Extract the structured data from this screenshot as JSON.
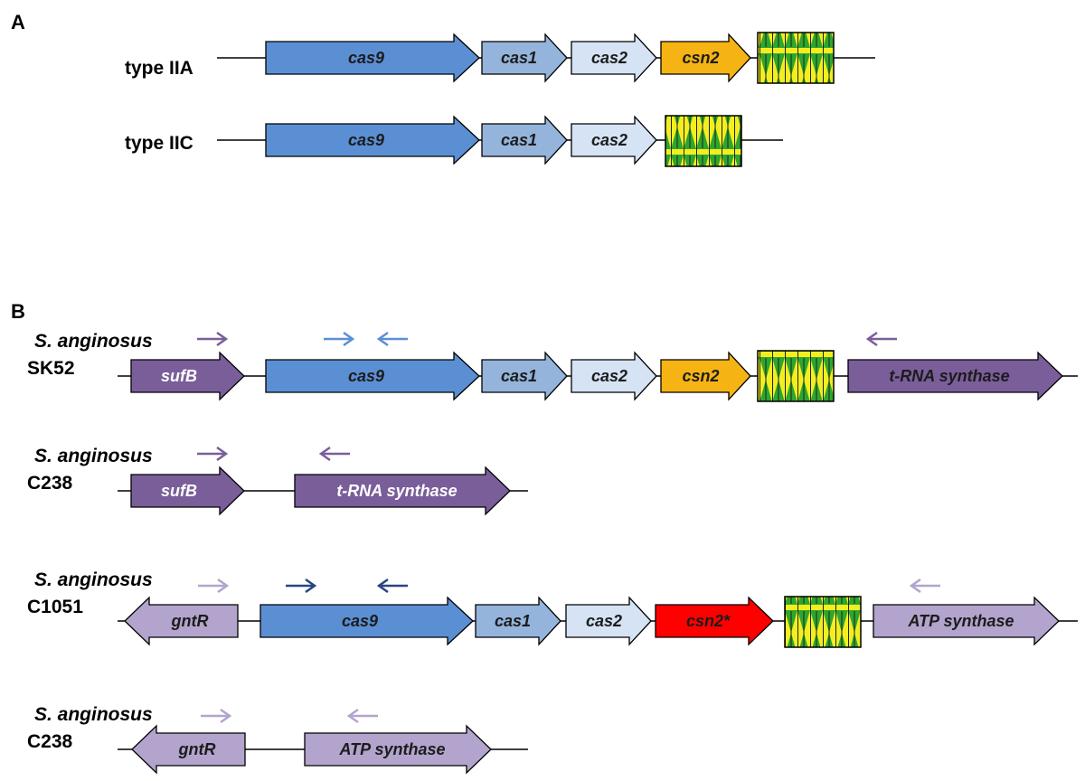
{
  "colors": {
    "cas9": "#5b8fd4",
    "cas1": "#95b4dc",
    "cas2": "#d5e3f5",
    "csn2": "#f5b414",
    "csn2_mut": "#ff0000",
    "sufB": "#7a5e9a",
    "trna": "#7a5e9a",
    "gntR": "#b2a4cc",
    "atp": "#b2a4cc",
    "crispr_fill": "#f3ee20",
    "crispr_tri": "#2ea62e",
    "primer_purple": "#7a5e9a",
    "primer_blue": "#5b8fd4",
    "primer_navy": "#27477e",
    "primer_lilac": "#b2a4cc",
    "text_dark": "#1c1c1c",
    "text_light": "#ffffff"
  },
  "panels": {
    "a": {
      "letter": "A"
    },
    "b": {
      "letter": "B"
    }
  },
  "rows": {
    "type_iia": {
      "label": "type IIA",
      "genes": {
        "cas9": "cas9",
        "cas1": "cas1",
        "cas2": "cas2",
        "csn2": "csn2"
      }
    },
    "type_iic": {
      "label": "type IIC",
      "genes": {
        "cas9": "cas9",
        "cas1": "cas1",
        "cas2": "cas2"
      }
    },
    "sk52": {
      "species": "S. anginosus",
      "strain": "SK52",
      "genes": {
        "sufB": "sufB",
        "cas9": "cas9",
        "cas1": "cas1",
        "cas2": "cas2",
        "csn2": "csn2",
        "trna": "t-RNA synthase"
      }
    },
    "c238_a": {
      "species": "S. anginosus",
      "strain": "C238",
      "genes": {
        "sufB": "sufB",
        "trna": "t-RNA synthase"
      }
    },
    "c1051": {
      "species": "S. anginosus",
      "strain": "C1051",
      "genes": {
        "gntR": "gntR",
        "cas9": "cas9",
        "cas1": "cas1",
        "cas2": "cas2",
        "csn2": "csn2*",
        "atp": "ATP synthase"
      }
    },
    "c238_b": {
      "species": "S. anginosus",
      "strain": "C238",
      "genes": {
        "gntR": "gntR",
        "atp": "ATP synthase"
      }
    }
  }
}
